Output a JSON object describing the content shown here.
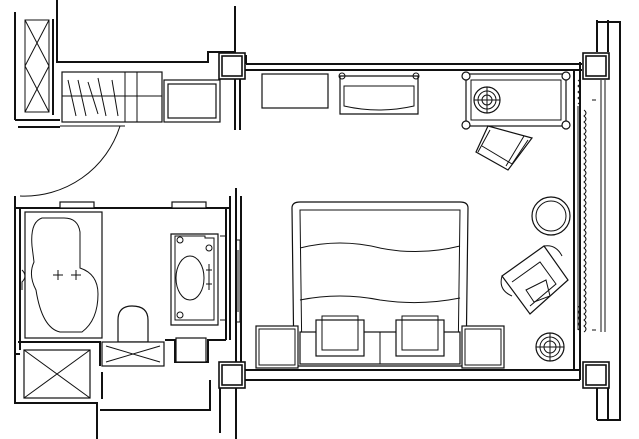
{
  "plan": {
    "background": "#ffffff",
    "line_color": "#111111",
    "rooms": [
      "bedroom",
      "bathroom",
      "entry",
      "wardrobe"
    ],
    "furniture": [
      "bed",
      "pillow",
      "nightstand",
      "armchair",
      "round-table",
      "desk",
      "desk-chair",
      "console-table",
      "tv-cabinet",
      "luggage-rack"
    ],
    "fixtures": [
      "bathtub",
      "vanity-sink",
      "toilet",
      "shower"
    ]
  }
}
